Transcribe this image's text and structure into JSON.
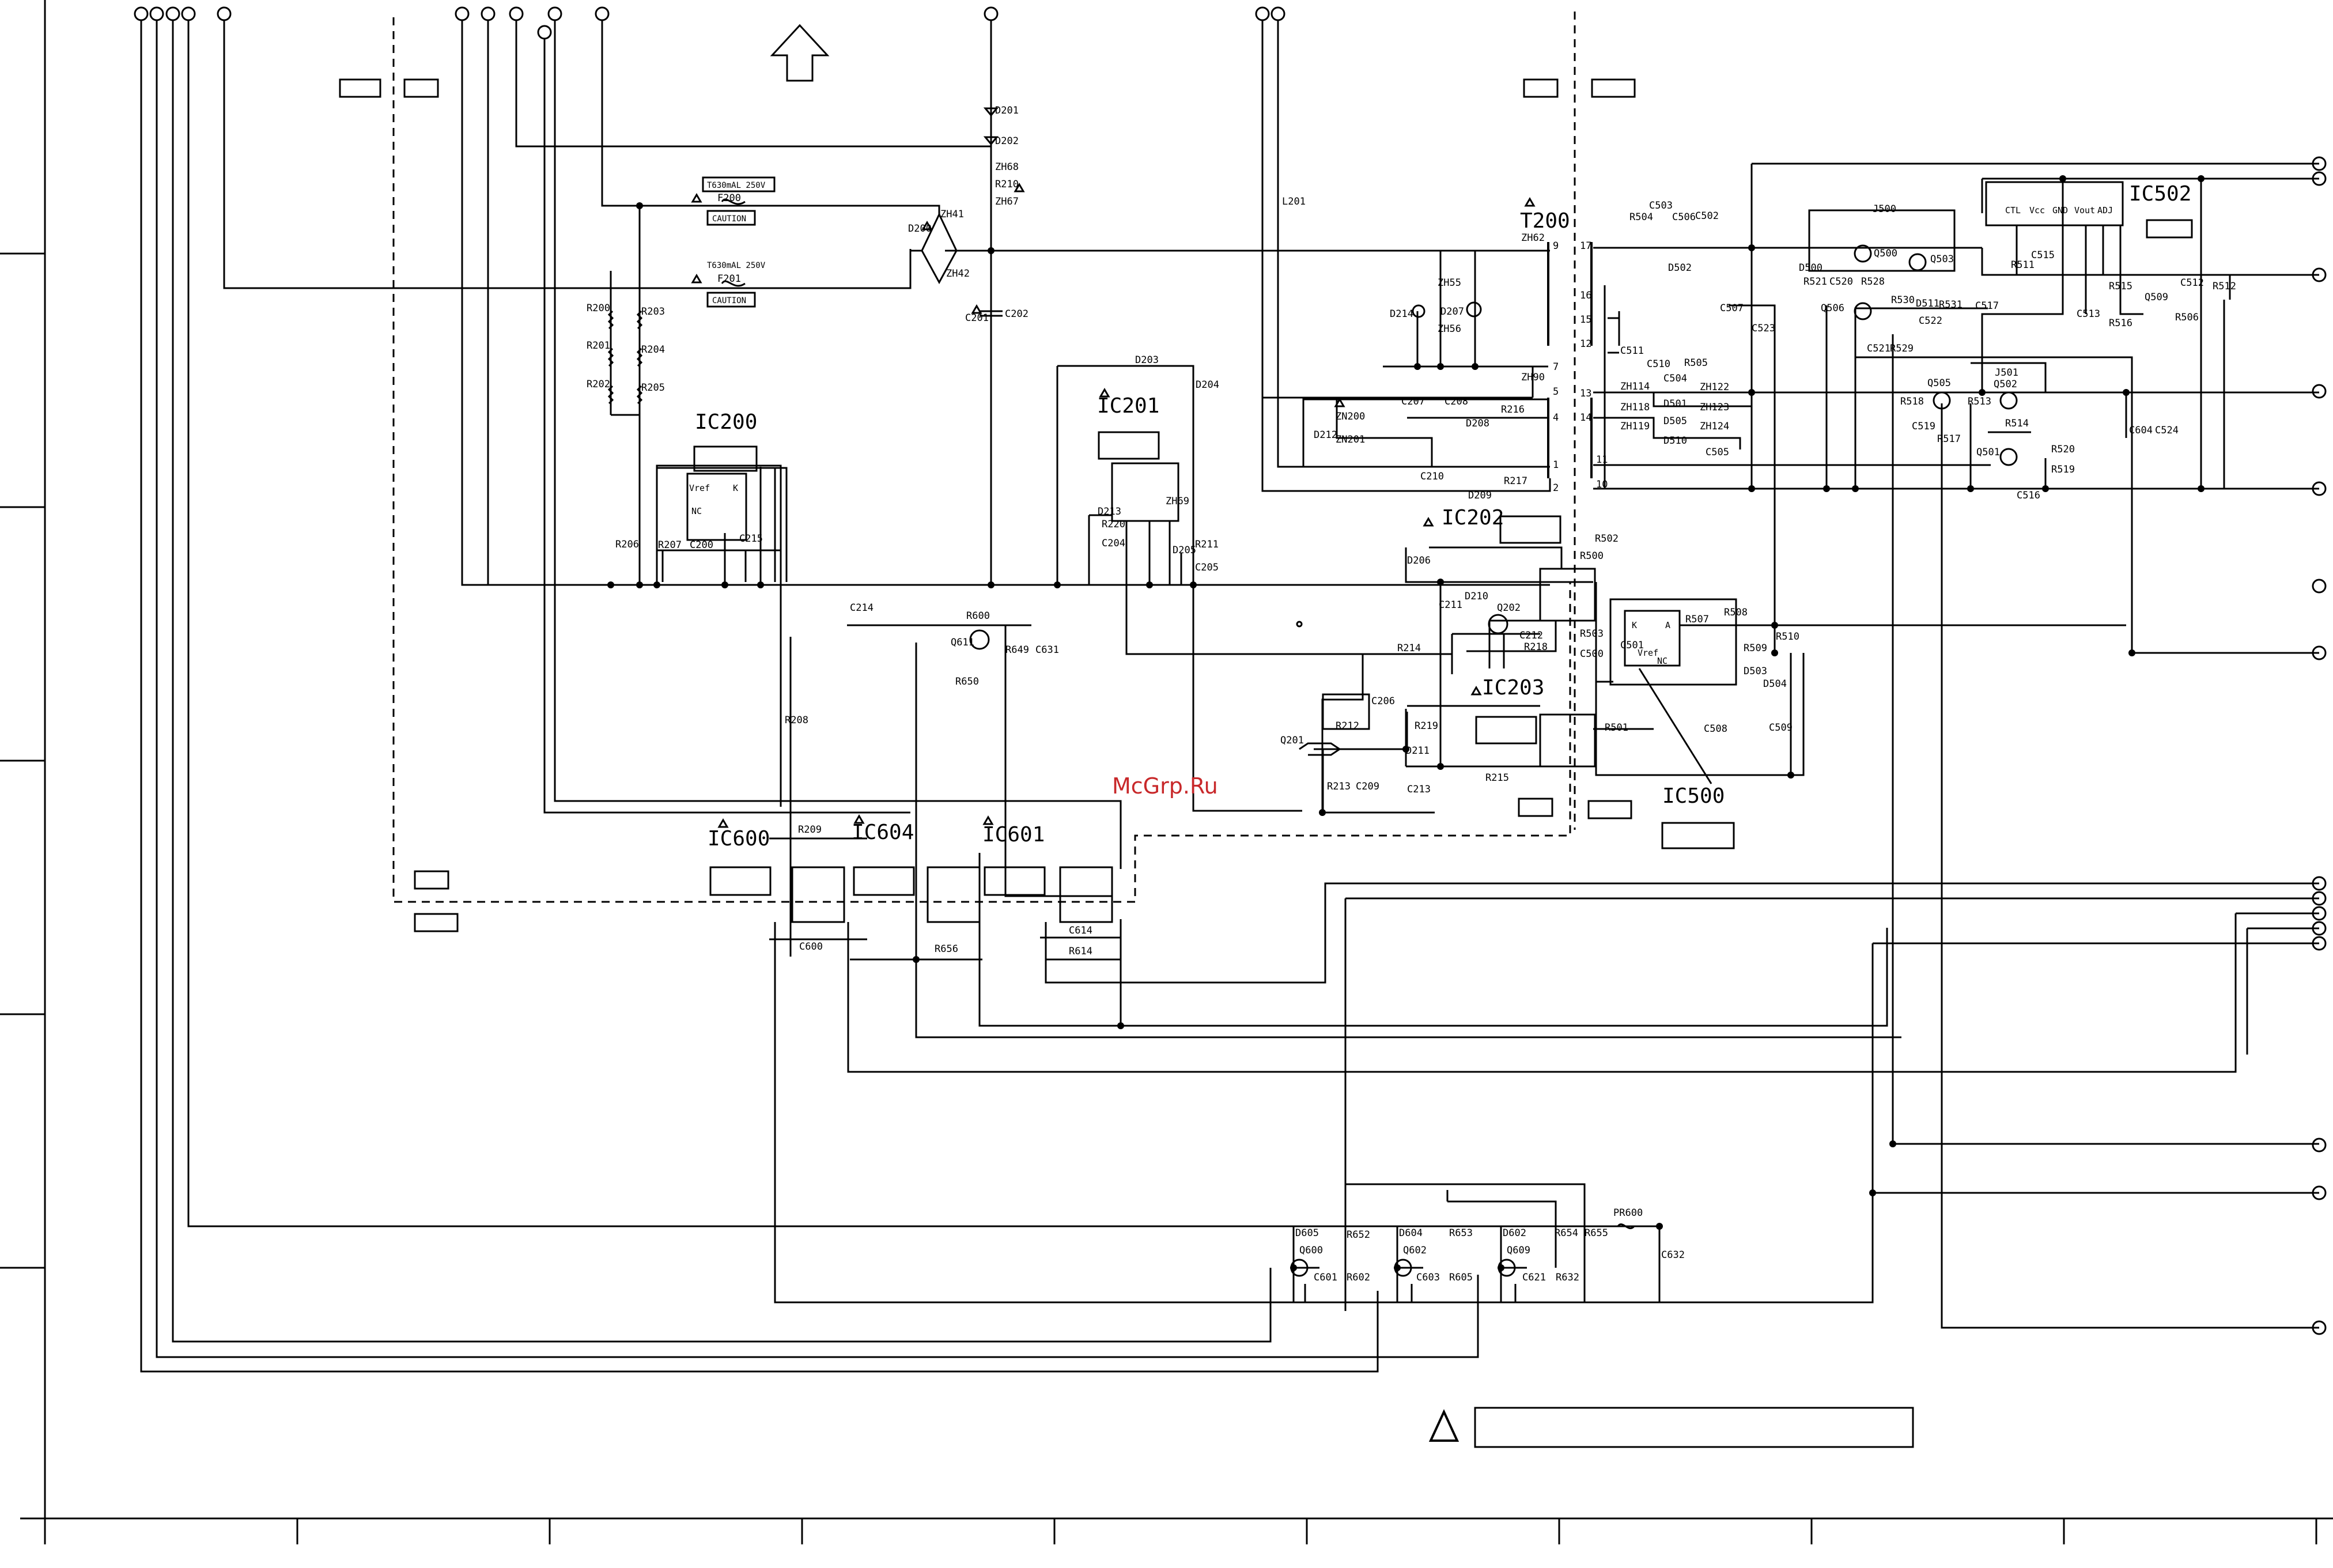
{
  "watermark": "McGrp.Ru",
  "ic_labels": {
    "ic200": "IC200",
    "ic201": "IC201",
    "ic202": "IC202",
    "ic203": "IC203",
    "ic500": "IC500",
    "ic502": "IC502",
    "ic600": "IC600",
    "ic601": "IC601",
    "ic604": "IC604",
    "t200": "T200"
  },
  "fuses": {
    "f200_rating": "T630mAL 250V",
    "f200_name": "F200",
    "f200_caution": "CAUTION",
    "f201_rating": "T630mAL 250V",
    "f201_name": "F201",
    "f201_caution": "CAUTION"
  },
  "ic500_pins": {
    "k": "K",
    "a": "A",
    "vref": "Vref",
    "nc": "NC"
  },
  "ic200_pins": {
    "vref": "Vref",
    "k": "K",
    "nc": "NC"
  },
  "ic502_pins": [
    "CTL",
    "Vcc",
    "GND",
    "Vout",
    "ADJ"
  ],
  "transformer_pins": [
    "9",
    "7",
    "5",
    "4",
    "1",
    "2",
    "17",
    "16",
    "15",
    "12",
    "13",
    "14",
    "11",
    "10"
  ],
  "component_labels": {
    "d201": "D201",
    "d202": "D202",
    "zh68": "ZH68",
    "r210": "R210",
    "zh67": "ZH67",
    "zh41": "ZH41",
    "d200": "D200",
    "zh42": "ZH42",
    "c201": "C201",
    "c202": "C202",
    "l201": "L201",
    "r200": "R200",
    "r203": "R203",
    "r201": "R201",
    "r204": "R204",
    "r202": "R202",
    "r205": "R205",
    "r206": "R206",
    "r207": "R207",
    "c200": "C200",
    "c215": "C215",
    "c214": "C214",
    "r208": "R208",
    "d203": "D203",
    "d204": "D204",
    "d213": "D213",
    "r220": "R220",
    "zh69": "ZH69",
    "c204": "C204",
    "d205": "D205",
    "r211": "R211",
    "c205": "C205",
    "r600": "R600",
    "q611": "Q611",
    "r649": "R649",
    "c631": "C631",
    "r650": "R650",
    "zh62": "ZH62",
    "zh55": "ZH55",
    "d207": "D207",
    "d214": "D214",
    "zh56": "ZH56",
    "zh90": "ZH90",
    "zn200": "ZN200",
    "zn201": "ZN201",
    "d212": "D212",
    "c207": "C207",
    "c208": "C208",
    "r216": "R216",
    "d208": "D208",
    "c210": "C210",
    "r217": "R217",
    "d209": "D209",
    "d206": "D206",
    "c211": "C211",
    "d210": "D210",
    "q202": "Q202",
    "c212": "C212",
    "r218": "R218",
    "r214": "R214",
    "c206": "C206",
    "r212": "R212",
    "q201": "Q201",
    "r219": "R219",
    "d211": "D211",
    "r213": "R213",
    "c209": "C209",
    "c213": "C213",
    "r215": "R215",
    "r501": "R501",
    "r209": "R209",
    "c600": "C600",
    "r656": "R656",
    "c614": "C614",
    "r614": "R614",
    "c503": "C503",
    "r504": "R504",
    "c506": "C506",
    "c502": "C502",
    "d502": "D502",
    "c511": "C511",
    "c510": "C510",
    "r505": "R505",
    "c504": "C504",
    "zh114": "ZH114",
    "zh122": "ZH122",
    "zh118": "ZH118",
    "d501": "D501",
    "zh123": "ZH123",
    "zh119": "ZH119",
    "d505": "D505",
    "zh124": "ZH124",
    "d510": "D510",
    "c505": "C505",
    "c507": "C507",
    "c523": "C523",
    "j500": "J500",
    "q500": "Q500",
    "q503": "Q503",
    "d500": "D500",
    "r521": "R521",
    "c520": "C520",
    "r528": "R528",
    "q506": "Q506",
    "r530": "R530",
    "d511": "D511",
    "r531": "R531",
    "c522": "C522",
    "c521": "C521",
    "r529": "R529",
    "c517": "C517",
    "r511": "R511",
    "c515": "C515",
    "c513": "C513",
    "c512": "C512",
    "r512": "R512",
    "r515": "R515",
    "q509": "Q509",
    "r516": "R516",
    "r506": "R506",
    "j501": "J501",
    "q505": "Q505",
    "q502": "Q502",
    "r518": "R518",
    "r513": "R513",
    "r514": "R514",
    "c519": "C519",
    "r517": "R517",
    "q501": "Q501",
    "r520": "R520",
    "r519": "R519",
    "c516": "C516",
    "c604": "C604",
    "c524": "C524",
    "r502": "R502",
    "r500": "R500",
    "r503": "R503",
    "c501": "C501",
    "c500": "C500",
    "r507": "R507",
    "r508": "R508",
    "r509": "R509",
    "r510": "R510",
    "d503": "D503",
    "d504": "D504",
    "c508": "C508",
    "c509": "C509",
    "pr600": "PR600",
    "c632": "C632",
    "d605": "D605",
    "r652": "R652",
    "q600": "Q600",
    "c601": "C601",
    "r602": "R602",
    "d604": "D604",
    "r653": "R653",
    "q602": "Q602",
    "c603": "C603",
    "r605": "R605",
    "d602": "D602",
    "r654": "R654",
    "r655": "R655",
    "q609": "Q609",
    "c621": "C621",
    "r632": "R632"
  }
}
